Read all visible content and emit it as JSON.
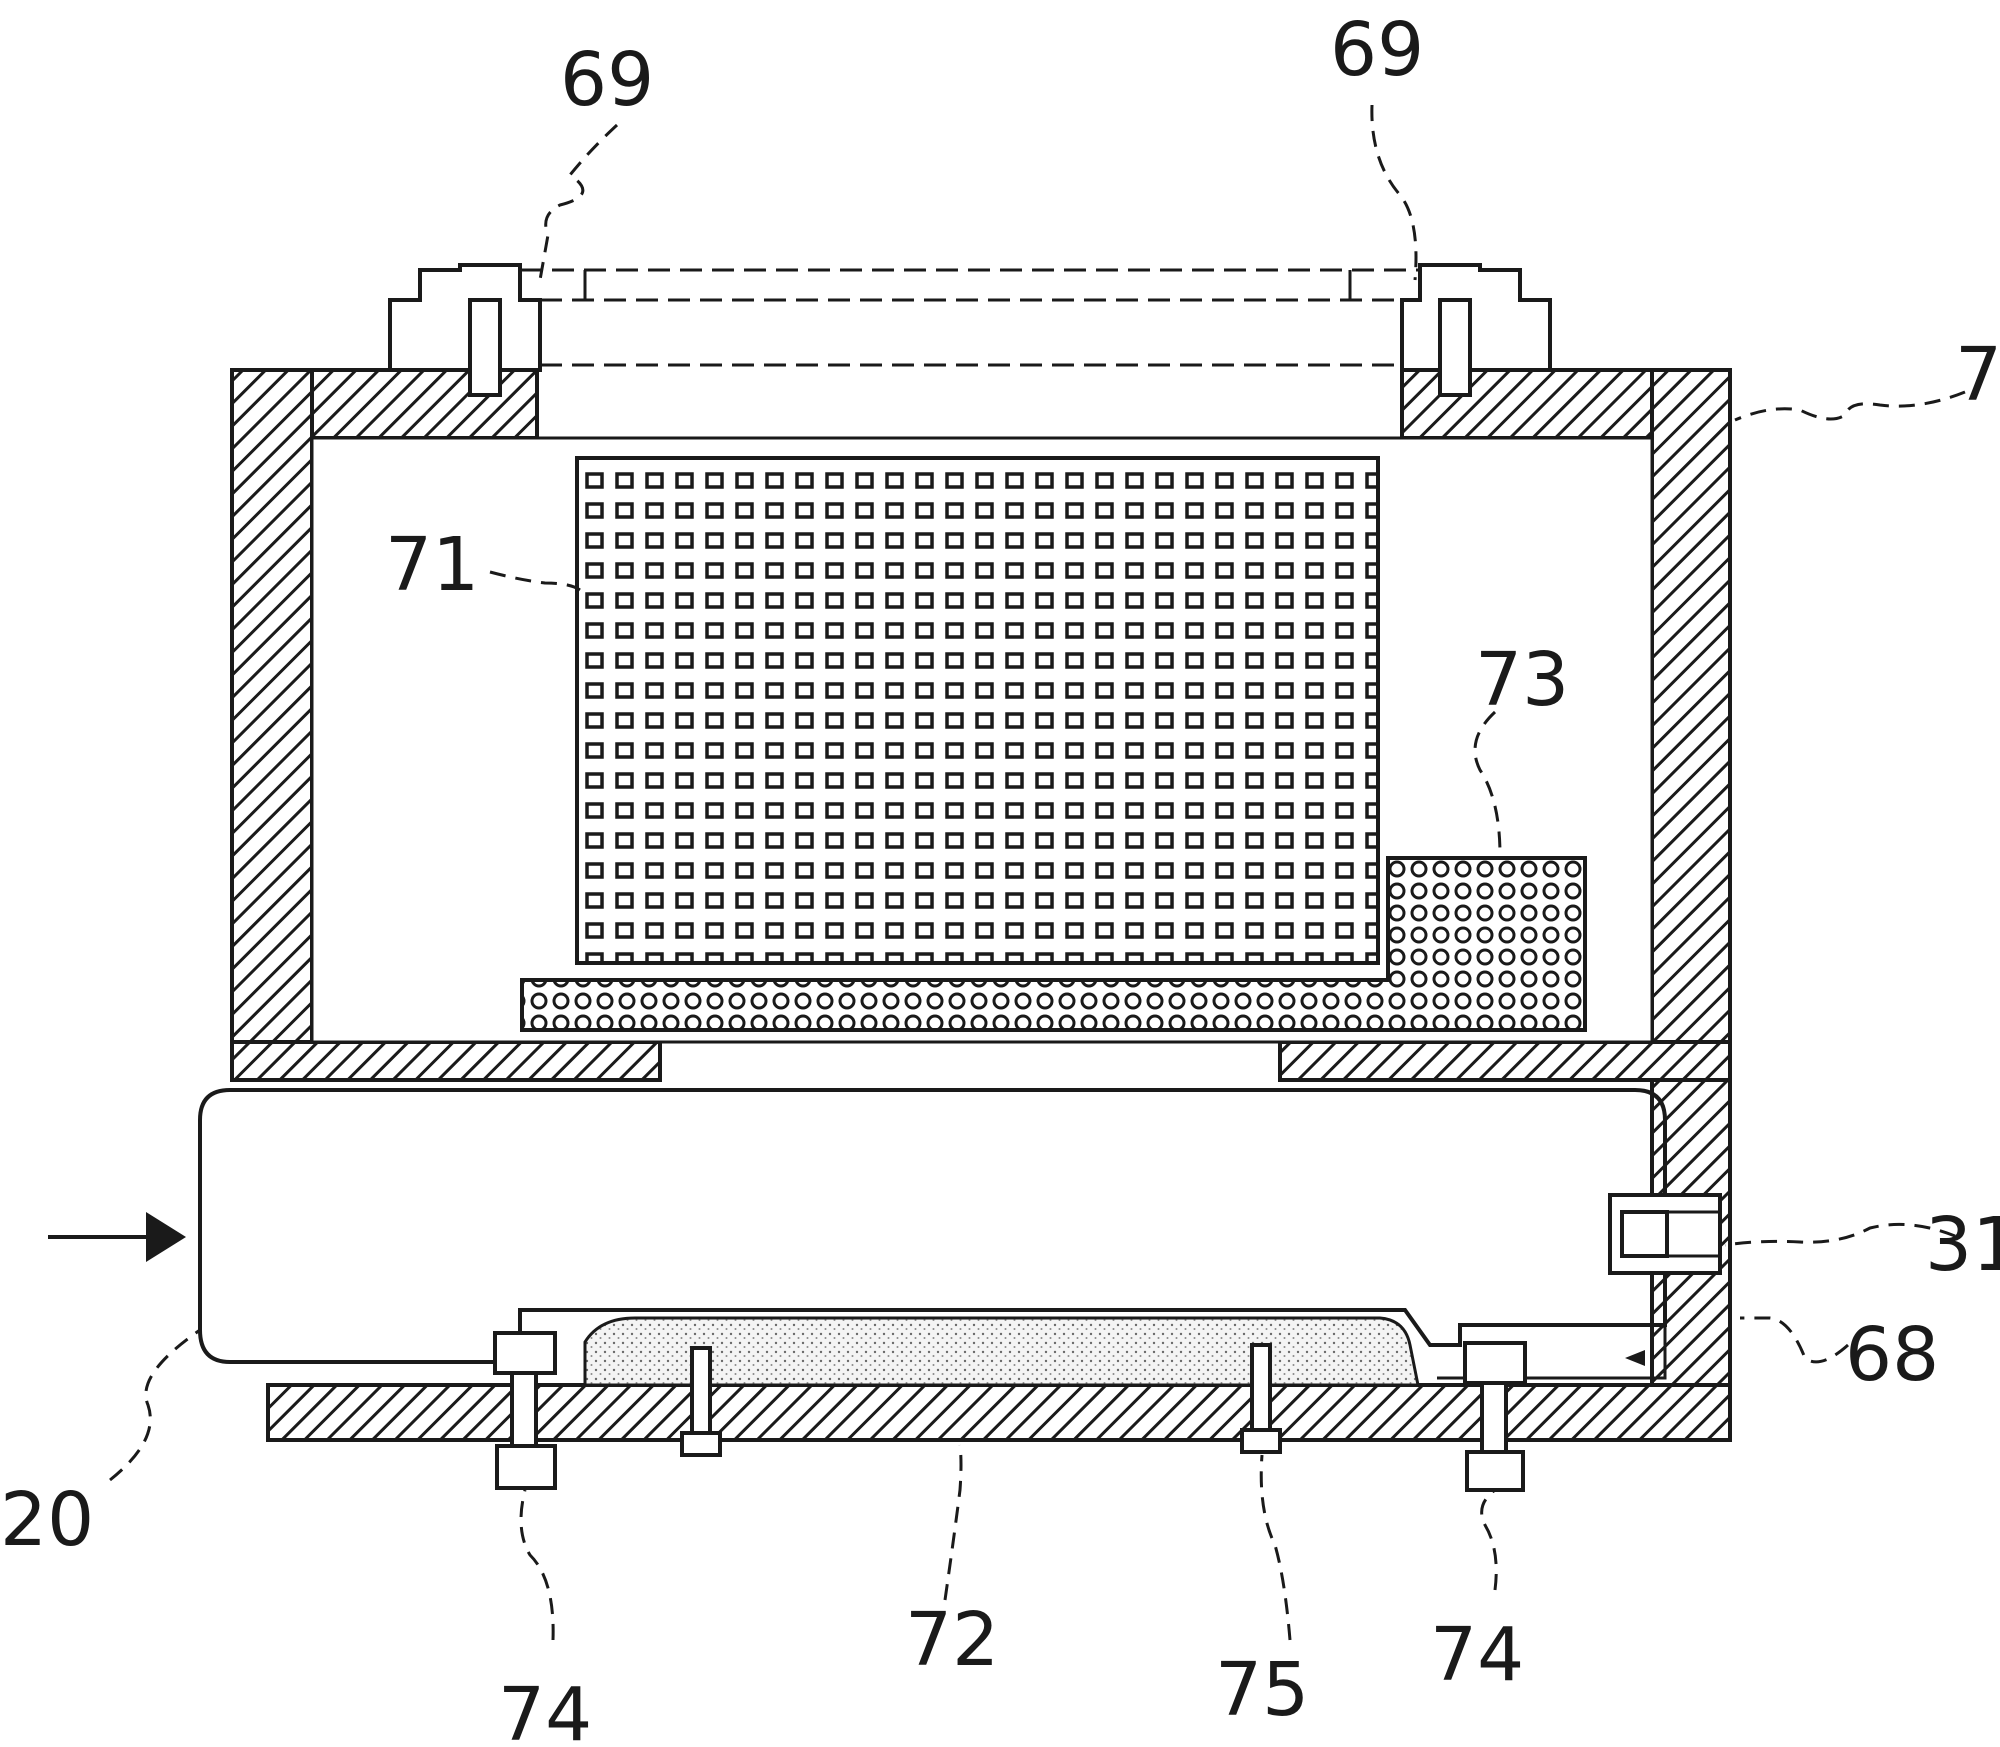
{
  "labels": {
    "left_top": "69",
    "right_top": "69",
    "right_side": "7",
    "grid": "71",
    "block": "73",
    "port": "31",
    "lower_right": "68",
    "inlet": "20",
    "foot_left": "74",
    "bottom_center": "72",
    "pin": "75",
    "foot_right": "74"
  },
  "colors": {
    "ink": "#1a1a1a",
    "paper": "#ffffff"
  }
}
